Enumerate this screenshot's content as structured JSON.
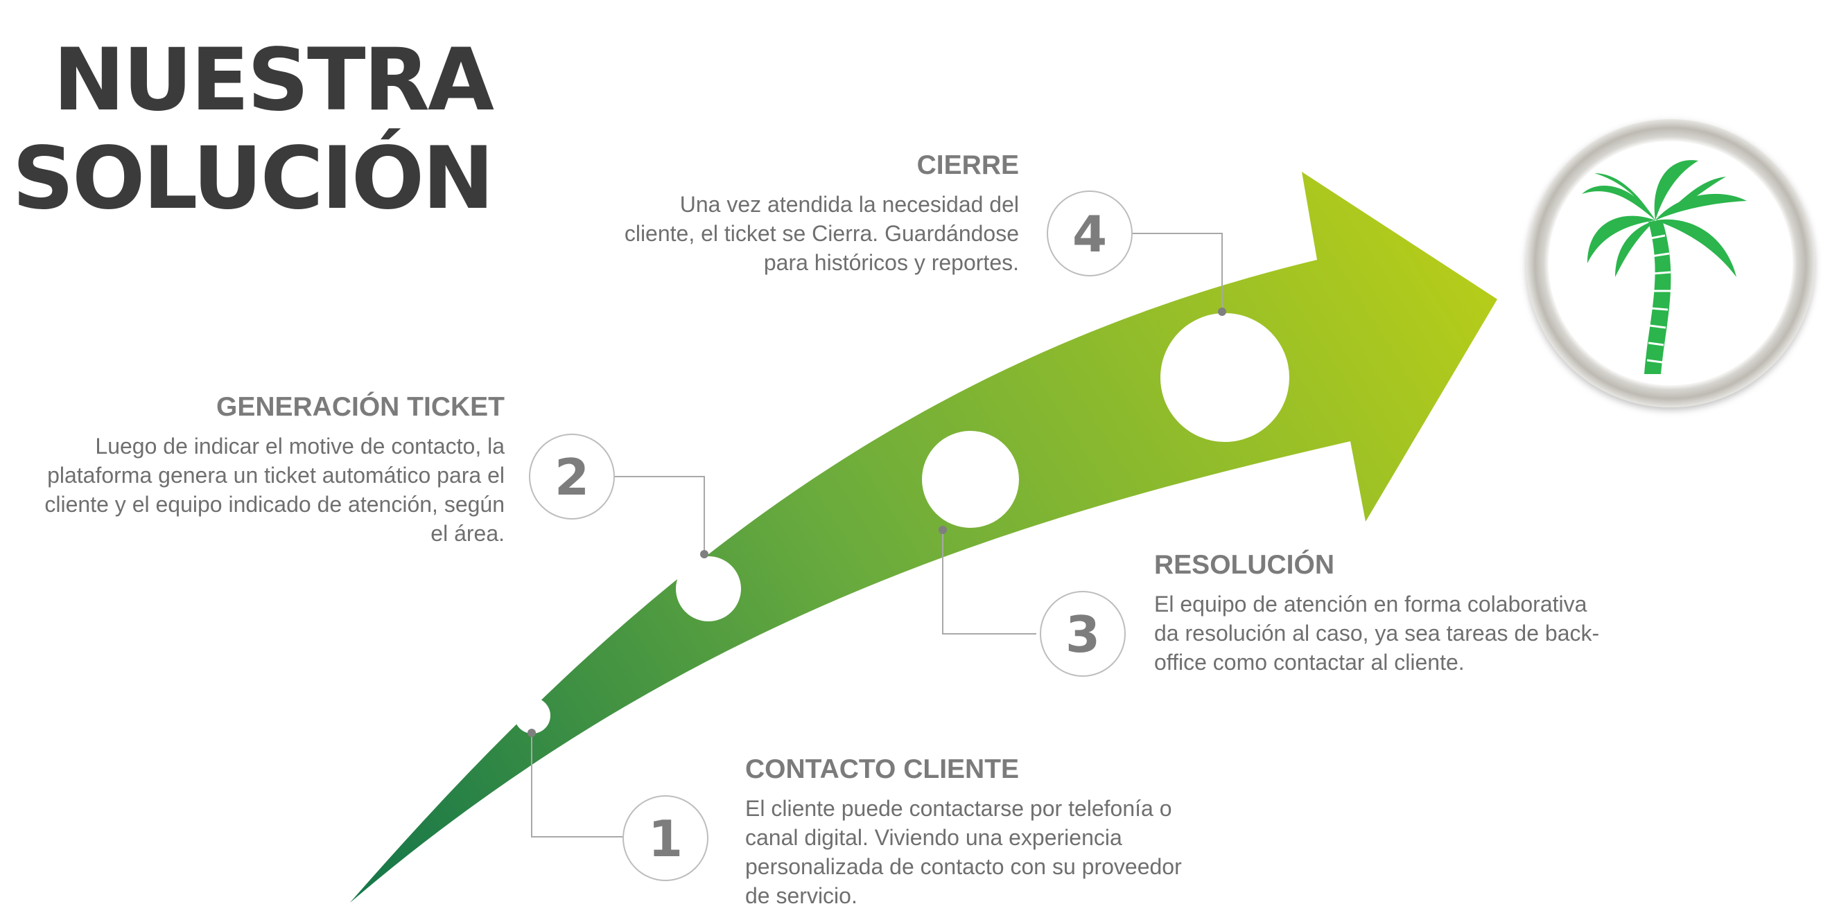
{
  "title": {
    "line1": "NUESTRA",
    "line2": "SOLUCIÓN"
  },
  "steps": [
    {
      "number": "1",
      "heading": "CONTACTO CLIENTE",
      "text": "El cliente puede contactarse por telefonía o canal digital. Viviendo una experiencia personalizada de contacto con su proveedor de servicio."
    },
    {
      "number": "2",
      "heading": "GENERACIÓN TICKET",
      "text": "Luego de indicar el motive de contacto, la plataforma genera un ticket automático para el cliente y el equipo indicado de atención, según el área."
    },
    {
      "number": "3",
      "heading": "RESOLUCIÓN",
      "text": "El equipo de atención en forma colaborativa da resolución al caso, ya sea tareas de back-office como contactar al cliente."
    },
    {
      "number": "4",
      "heading": "CIERRE",
      "text": "Una vez atendida la necesidad del cliente, el ticket se Cierra. Guardándose para históricos y reportes."
    }
  ],
  "colors": {
    "arrow_start": "#1a7a4a",
    "arrow_mid": "#6aaa3c",
    "arrow_end": "#b8cf1a",
    "palm": "#2bb54c",
    "text_gray": "#7b7b7b",
    "title": "#3b3b3b"
  },
  "icons": {
    "logo": "palm-tree-icon"
  }
}
